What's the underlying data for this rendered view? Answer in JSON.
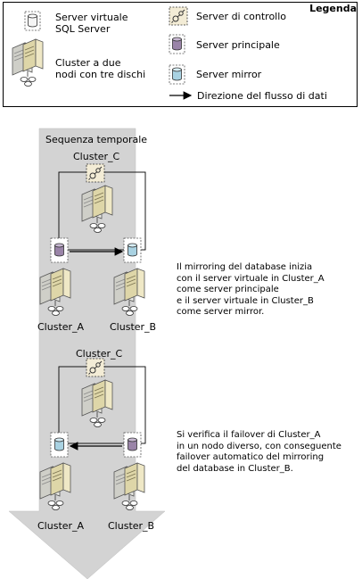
{
  "legend": {
    "title": "Legenda",
    "virtual_server": "Server virtuale\nSQL Server",
    "cluster": "Cluster a due\nnodi con tre dischi",
    "witness": "Server di controllo",
    "principal": "Server principale",
    "mirror": "Server mirror",
    "flow": "Direzione del flusso di dati"
  },
  "timeline": {
    "label": "Sequenza temporale"
  },
  "scenario1": {
    "witness_cluster": "Cluster_C",
    "left_cluster": "Cluster_A",
    "right_cluster": "Cluster_B",
    "description": "Il mirroring del database inizia\ncon il server virtuale in Cluster_A\ncome server principale\ne il server virtuale in Cluster_B\ncome server mirror."
  },
  "scenario2": {
    "witness_cluster": "Cluster_C",
    "left_cluster": "Cluster_A",
    "right_cluster": "Cluster_B",
    "description": "Si verifica il failover di Cluster_A\nin un nodo diverso, con conseguente\nfailover automatico del mirroring\ndel database in Cluster_B."
  },
  "colors": {
    "principal": "#9a84a8",
    "mirror": "#a9d2e2",
    "arrow_bg": "#d3d3d3",
    "witness_bg": "#f3ecd6"
  }
}
